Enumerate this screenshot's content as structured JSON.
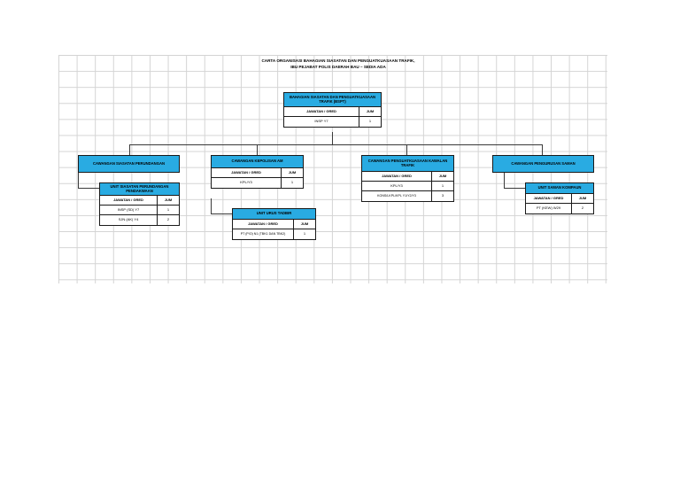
{
  "document": {
    "title_line1": "CARTA ORGANISASI BAHAGIAN SIASATAN DAN PENGUATKUASAAN TRAFIK,",
    "title_line2": "IBU PEJABAT POLIS DAERAH BAU – SEDIA ADA"
  },
  "columns": {
    "job_grade": "JAWATAN / GRED",
    "total": "JUM"
  },
  "root": {
    "name": "BAHAGIAN SIASATAN DAN PENGUATKUASAAN TRAFIK (BSPT)",
    "rows": [
      {
        "job": "INSP Y7",
        "jum": "1"
      }
    ]
  },
  "branches": [
    {
      "name": "CAWANGAN SIASATAN PERUNDANGAN",
      "rows": [],
      "unit": {
        "name": "UNIT SIASATAN PERUNDANGAN PENDAKWAAN",
        "rows": [
          {
            "job": "INSP (SD) Y7",
            "jum": "1"
          },
          {
            "job": "SJN (AK) Y4",
            "jum": "2"
          }
        ]
      }
    },
    {
      "name": "CAWANGAN KEPOLISAN AM",
      "rows": [
        {
          "job": "KPL/Y3",
          "jum": "1"
        }
      ],
      "unit": {
        "name": "UNIT URUS TADBIR",
        "rows": [
          {
            "job": "PT (P/O) N1 (TBK1 DAN TBK2)",
            "jum": "1"
          }
        ]
      }
    },
    {
      "name": "CAWANGAN PENGUATKUASAAN KAWALAN TRAFIK",
      "rows": [
        {
          "job": "KPL/Y3",
          "jum": "1"
        },
        {
          "job": "KONS/LKPL/KPL Y1/Y2/Y3",
          "jum": "3"
        }
      ],
      "unit": null
    },
    {
      "name": "CAWANGAN PENGURUSAN SAMAN",
      "rows": [],
      "unit": {
        "name": "UNIT SAMAN KOMPAUN",
        "rows": [
          {
            "job": "PT (KEW) W29",
            "jum": "2"
          }
        ]
      }
    }
  ],
  "colors": {
    "header_fill": "#29ABE2",
    "border": "#1a1a1a",
    "grid_line": "#d4d4d4"
  }
}
